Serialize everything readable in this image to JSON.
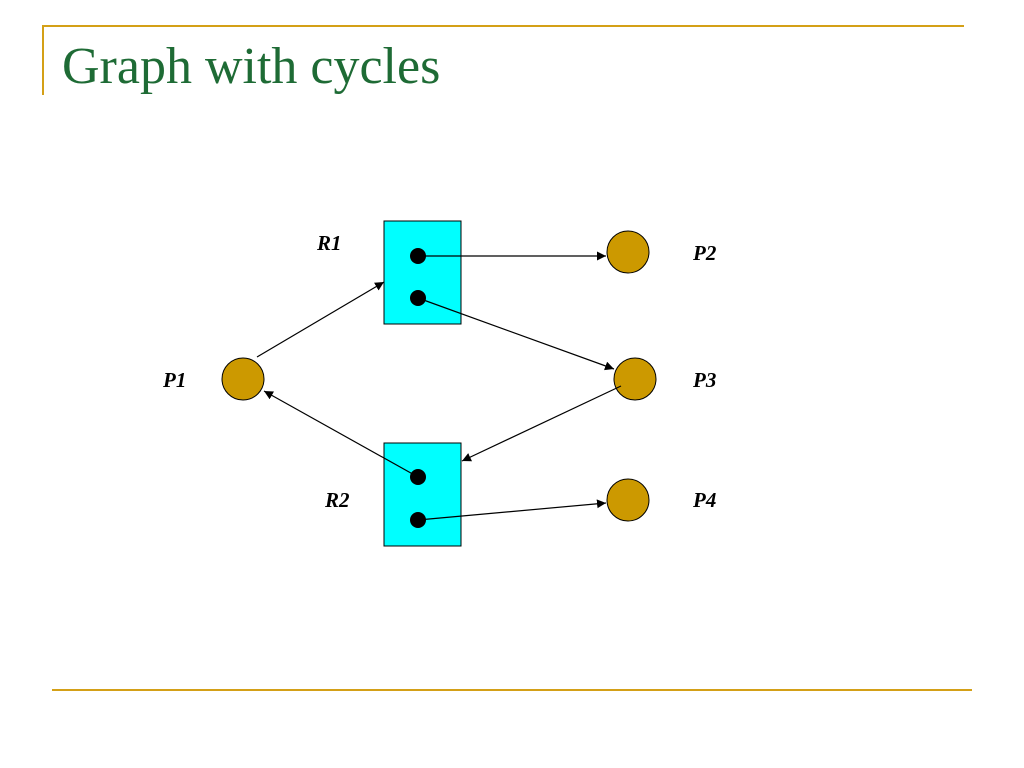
{
  "title": "Graph with cycles",
  "colors": {
    "title": "#1e6b35",
    "rule": "#d4a017",
    "resource_fill": "#00ffff",
    "process_fill": "#cc9900"
  },
  "resources": [
    {
      "id": "R1",
      "label": "R1",
      "instances": 2
    },
    {
      "id": "R2",
      "label": "R2",
      "instances": 2
    }
  ],
  "processes": [
    {
      "id": "P1",
      "label": "P1"
    },
    {
      "id": "P2",
      "label": "P2"
    },
    {
      "id": "P3",
      "label": "P3"
    },
    {
      "id": "P4",
      "label": "P4"
    }
  ],
  "edges": [
    {
      "from": "P1",
      "to": "R1",
      "type": "request"
    },
    {
      "from": "R1",
      "to": "P2",
      "type": "assignment"
    },
    {
      "from": "R1",
      "to": "P3",
      "type": "assignment"
    },
    {
      "from": "P3",
      "to": "R2",
      "type": "request"
    },
    {
      "from": "R2",
      "to": "P1",
      "type": "assignment"
    },
    {
      "from": "R2",
      "to": "P4",
      "type": "assignment"
    }
  ]
}
